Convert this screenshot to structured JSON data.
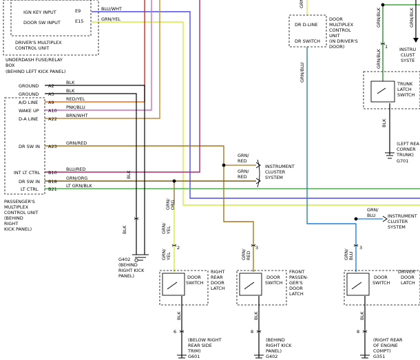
{
  "colors": {
    "blu_wht": "#4a4af0",
    "grn_yel": "#d6ea3a",
    "red": "#e52222",
    "red_yel": "#ee6a1e",
    "pnk_blu": "#c66fc6",
    "brn_wht": "#c0883e",
    "grn_red": "#a8741a",
    "blk": "#000000",
    "blu_red": "#b0246a",
    "grn_org": "#7a5a14",
    "lt_grn_blk": "#3cbf3c",
    "grn_blu": "#1e7fd8",
    "grn_blk": "#3aa53a"
  },
  "drivers_unit": {
    "pins": [
      {
        "label": "IGN KEY INPUT",
        "num": "E9",
        "wire": "BLU/WHT"
      },
      {
        "label": "DOOR SW INPUT",
        "num": "E15",
        "wire": "GRN/YEL"
      }
    ],
    "caption": [
      "DRIVER'S MULTIPLEX",
      "CONTROL UNIT"
    ],
    "box_caption": [
      "UNDERDASH FUSE/RELAY",
      "BOX",
      "(BEHIND LEFT KICK PANEL)"
    ]
  },
  "passengers_unit": {
    "pins": [
      {
        "label": "GROUND",
        "num": "A2",
        "wire": "BLK"
      },
      {
        "label": "GROUND",
        "num": "A3",
        "wire": "BLK"
      },
      {
        "label": "A/D LINE",
        "num": "A9",
        "wire": "RED/YEL"
      },
      {
        "label": "WAKE UP",
        "num": "A10",
        "wire": "PNK/BLU"
      },
      {
        "label": "D-A LINE",
        "num": "A22",
        "wire": "BRN/WHT"
      },
      {
        "label": "DR SW IN",
        "num": "A23",
        "wire": "GRN/RED"
      },
      {
        "label": "INT LT CTRL",
        "num": "B10",
        "wire": "BLU/RED"
      },
      {
        "label": "DR SW IN",
        "num": "B18",
        "wire": "GRN/ORG"
      },
      {
        "label": "LT CTRL",
        "num": "B21",
        "wire": "LT GRN/BLK"
      }
    ],
    "caption": [
      "PASSENGER'S",
      "MULTIPLEX",
      "CONTROL UNIT",
      "(BEHIND",
      "RIGHT",
      "KICK PANEL)"
    ]
  },
  "door_mux": {
    "pins": [
      "DR D-LINE",
      "DR SWITCH"
    ],
    "caption": [
      "DOOR",
      "MULTIPLEX",
      "CONTROL",
      "UNIT",
      "(IN DRIVER'S",
      "DOOR)"
    ],
    "top_label": "GRN/",
    "wire_label": "GRN/BLU"
  },
  "cluster_mid": {
    "wire_labels": [
      "GRN/",
      "RED",
      "GRN/",
      "RED"
    ],
    "caption": [
      "INSTRUMENT",
      "CLUSTER",
      "SYSTEM"
    ]
  },
  "cluster_right": {
    "wire_labels": [
      "GRN/",
      "BLU"
    ],
    "caption": [
      "INSTRUMENT",
      "CLUSTER",
      "SYSTEM"
    ]
  },
  "cluster_top_right": {
    "caption": [
      "INSTRU",
      "CLUST",
      "SYSTE"
    ]
  },
  "trunk": {
    "pin_label": "1",
    "wire_top": "GRN/BLK",
    "wire_top_right": "GRN/BLK",
    "box_label": [
      "TRUNK",
      "LATCH",
      "SWITCH"
    ],
    "wire_bottom": "BLK",
    "ground_caption": [
      "(LEFT REA",
      "CORNER",
      "TRUNK)"
    ],
    "ground_id": "G701"
  },
  "ground_402": {
    "wire": "BLK",
    "wire2": "BLK",
    "id": "G402",
    "caption": [
      "(BEHIND",
      "RIGHT KICK",
      "PANEL)"
    ]
  },
  "rr_door": {
    "wire_top": [
      "GRN/",
      "ORG"
    ],
    "wire_mid": [
      "GRN/",
      "YEL"
    ],
    "wire_low": [
      "GRN/",
      "YEL"
    ],
    "pin": "2",
    "box_label": [
      "DOOR",
      "SWITCH"
    ],
    "side_label": [
      "RIGHT",
      "REAR",
      "DOOR",
      "LATCH"
    ],
    "wire_bottom": "BLK",
    "pin_bottom": "6",
    "ground_caption": [
      "(BELOW RIGHT",
      "REAR SIDE",
      "TRIM)"
    ],
    "ground_id": "G601"
  },
  "fp_door": {
    "wire_top": [
      "GRN/",
      "RED"
    ],
    "pin": "3",
    "box_label": [
      "DOOR",
      "SWITCH"
    ],
    "side_label": [
      "FRONT",
      "PASSEN-",
      "GER'S",
      "DOOR",
      "LATCH"
    ],
    "wire_bottom": "BLK",
    "pin_bottom": "8",
    "ground_caption": [
      "(BEHIND",
      "RIGHT KICK",
      "PANEL)"
    ],
    "ground_id": "G402"
  },
  "dr_door": {
    "wire_top": [
      "GRN/",
      "BLU"
    ],
    "pin": "3",
    "box_label": [
      "DOOR",
      "SWITCH"
    ],
    "side_label": [
      "DRIVER'",
      "DOOR",
      "LATCH"
    ],
    "wire_bottom": "BLK",
    "pin_bottom": "8",
    "ground_caption": [
      "(RIGHT REAR",
      "OF ENGINE",
      "COMPT)"
    ],
    "ground_id": "G351"
  }
}
